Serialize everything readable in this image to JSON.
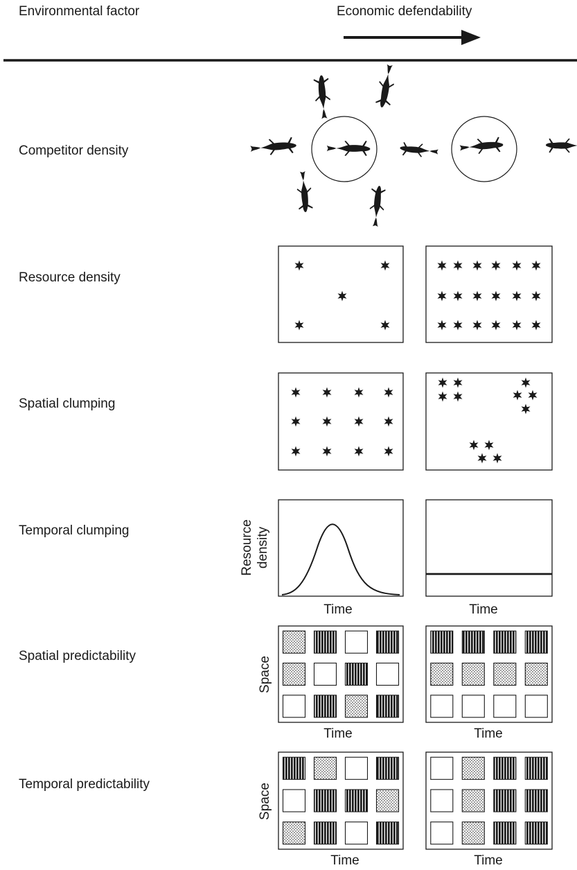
{
  "header": {
    "left_label": "Environmental factor",
    "right_label": "Economic defendability"
  },
  "rows": [
    {
      "id": "competitor",
      "label": "Competitor density"
    },
    {
      "id": "resource",
      "label": "Resource density"
    },
    {
      "id": "spatial",
      "label": "Spatial clumping"
    },
    {
      "id": "temporal",
      "label": "Temporal clumping",
      "y_axis": "Resource density",
      "x_axis": "Time"
    },
    {
      "id": "spatial_pred",
      "label": "Spatial predictability",
      "y_axis": "Space",
      "x_axis": "Time",
      "grid_low": [
        [
          "dot",
          "bar",
          "empty",
          "bar"
        ],
        [
          "dot",
          "empty",
          "bar",
          "empty"
        ],
        [
          "empty",
          "bar",
          "dot",
          "bar"
        ]
      ],
      "grid_high": [
        [
          "bar",
          "bar",
          "bar",
          "bar"
        ],
        [
          "dot",
          "dot",
          "dot",
          "dot"
        ],
        [
          "empty",
          "empty",
          "empty",
          "empty"
        ]
      ]
    },
    {
      "id": "temporal_pred",
      "label": "Temporal predictability",
      "y_axis": "Space",
      "x_axis": "Time",
      "grid_low": [
        [
          "bar",
          "dot",
          "empty",
          "bar"
        ],
        [
          "empty",
          "bar",
          "bar",
          "dot"
        ],
        [
          "dot",
          "bar",
          "empty",
          "bar"
        ]
      ],
      "grid_high": [
        [
          "empty",
          "dot",
          "bar",
          "bar"
        ],
        [
          "empty",
          "dot",
          "bar",
          "bar"
        ],
        [
          "empty",
          "dot",
          "bar",
          "bar"
        ]
      ]
    }
  ],
  "axis_labels": {
    "resource_density_line1": "Resource",
    "resource_density_line2": "density",
    "time": "Time",
    "space": "Space"
  },
  "colors": {
    "ink": "#1a1a1a",
    "background": "#ffffff"
  }
}
